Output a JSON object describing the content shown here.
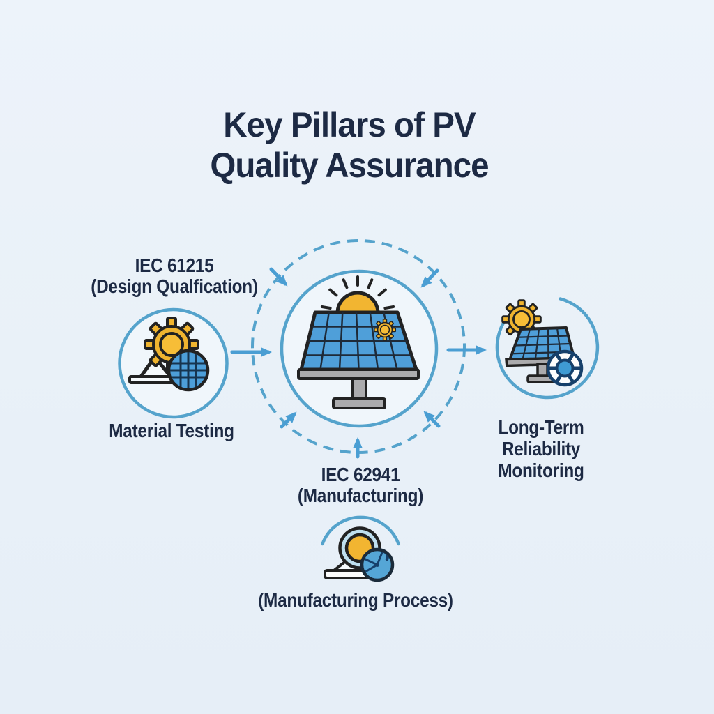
{
  "title": {
    "line1": "Key Pillars of PV",
    "line2": "Quality Assurance"
  },
  "pillars": {
    "left": {
      "standard": "IEC 61215",
      "scope": "(Design Qualfication)",
      "caption": "Material Testing",
      "icon": "sun-gear-easel-solar-cell-icon"
    },
    "center": {
      "icon": "solar-panel-rising-sun-icon"
    },
    "right": {
      "caption_lines": [
        "Long-Term",
        "Reliability",
        "Monitoring"
      ],
      "icon": "sun-gear-solar-panel-monitor-wheel-icon"
    },
    "bottom": {
      "standard": "IEC 62941",
      "scope": "(Manufacturing)",
      "caption": "(Manufacturing Process)",
      "icon": "roller-machine-gauge-icon"
    }
  },
  "colors": {
    "background": "#e9f1f8",
    "text_navy": "#1d2a44",
    "accent_blue": "#55a3cc",
    "arrow_blue": "#4a9ed3",
    "panel_blue": "#4f9fd9",
    "sun_yellow": "#f2b531",
    "stand_gray": "#ababad",
    "outline_dark": "#222222"
  }
}
